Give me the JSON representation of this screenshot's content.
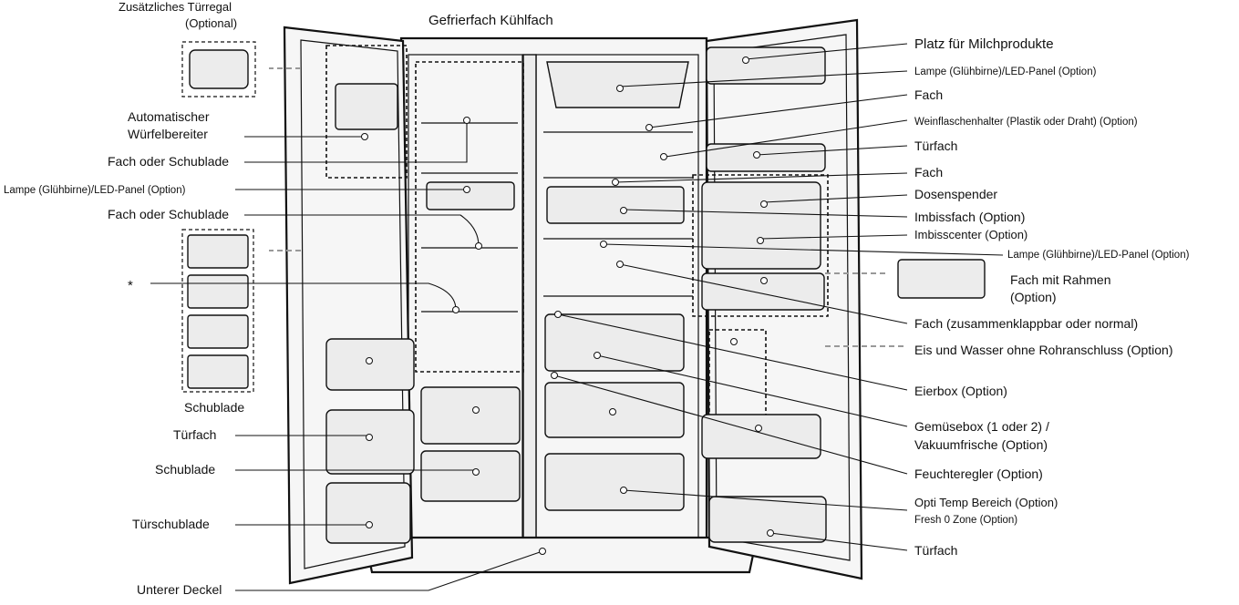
{
  "labels": {
    "top_title": "Gefrierfach Kühlfach",
    "left": [
      "Zusätzliches Türregal",
      "(Optional)",
      "Automatischer",
      "Würfelbereiter",
      "Fach oder Schublade",
      "Lampe (Glühbirne)/LED-Panel (Option)",
      "Fach oder Schublade",
      "*",
      "Schublade",
      "Türfach",
      "Schublade",
      "Türschublade",
      "Unterer Deckel"
    ],
    "right": [
      "Platz für Milchprodukte",
      "Lampe (Glühbirne)/LED-Panel (Option)",
      "Fach",
      "Weinflaschenhalter (Plastik oder Draht) (Option)",
      "Türfach",
      "Fach",
      "Dosenspender",
      "Imbissfach (Option)",
      "Imbisscenter (Option)",
      "Lampe (Glühbirne)/LED-Panel (Option)",
      "Fach mit Rahmen",
      "(Option)",
      "Fach (zusammenklappbar oder normal)",
      "Eis und Wasser ohne Rohranschluss (Option)",
      "Eierbox (Option)",
      "Gemüsebox (1 oder 2) /",
      "Vakuumfrische (Option)",
      "Feuchteregler (Option)",
      "Opti Temp Bereich (Option)",
      "Fresh 0 Zone (Option)",
      "Türfach"
    ]
  }
}
